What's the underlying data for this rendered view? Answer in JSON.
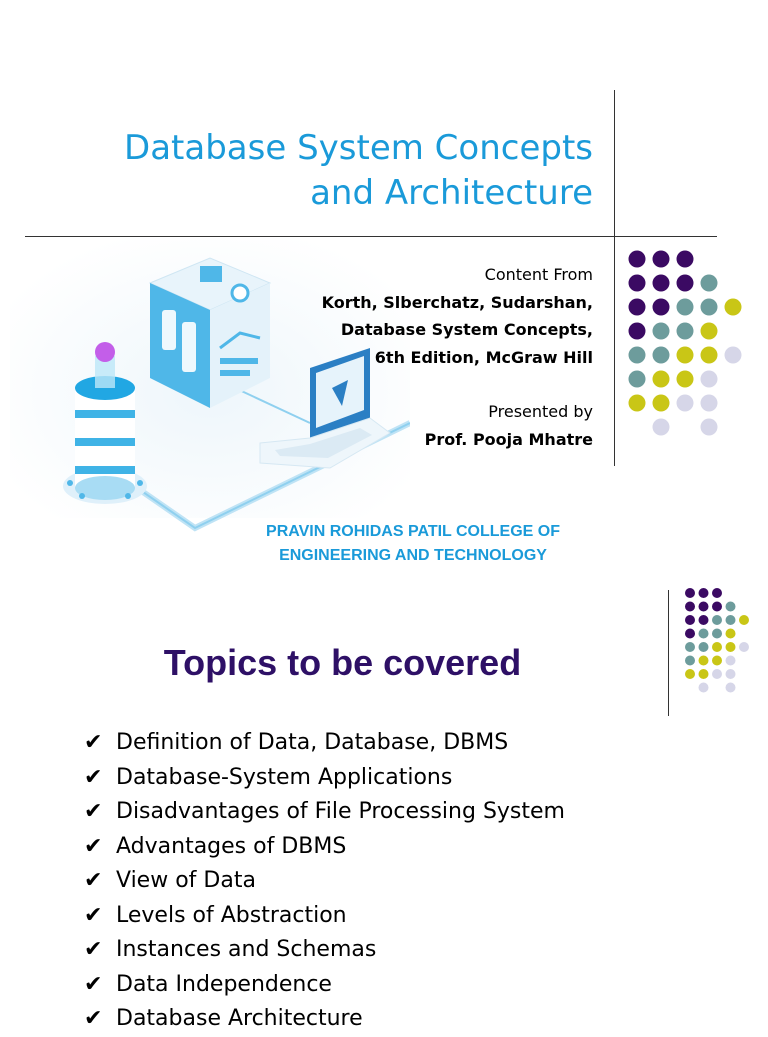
{
  "slide1": {
    "title_lines": [
      "Database System Concepts",
      "and Architecture"
    ],
    "content_from": "Content From",
    "authors": "Korth, Slberchatz, Sudarshan,",
    "book": "Database System Concepts,",
    "edition": "6th Edition, McGraw Hill",
    "presented_by": "Presented by",
    "presenter": "Prof. Pooja Mhatre",
    "college_lines": [
      "PRAVIN ROHIDAS PATIL COLLEGE OF",
      "ENGINEERING AND TECHNOLOGY"
    ]
  },
  "slide2": {
    "title": "Topics to be covered",
    "bullet_icon": "check-mark-icon",
    "topics": [
      "Definition of Data, Database, DBMS",
      "Database-System Applications",
      "Disadvantages of File Processing System",
      "Advantages of DBMS",
      "View of Data",
      "Levels of Abstraction",
      "Instances and Schemas",
      "Data Independence",
      "Database Architecture"
    ]
  },
  "colors": {
    "title_blue": "#1a9ad9",
    "topics_title_purple": "#2e1066",
    "dot_purple": "#3b0a63",
    "dot_teal": "#6d9c9c",
    "dot_yellow": "#c9c616",
    "dot_lavender": "#d6d6e8"
  }
}
